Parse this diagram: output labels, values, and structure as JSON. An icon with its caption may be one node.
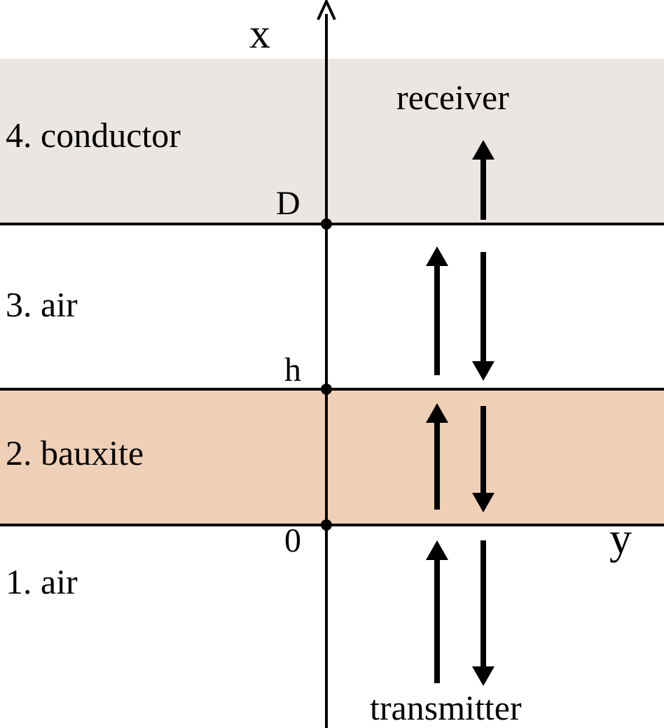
{
  "diagram": {
    "nodes": [
      {
        "text": [
          "4. conductor"
        ]
      },
      {
        "text": [
          "3. air"
        ]
      },
      {
        "text": [
          "2. bauxite"
        ]
      },
      {
        "text": [
          "1. air"
        ]
      }
    ],
    "labels": [
      "x",
      "receiver",
      "D",
      "h",
      "0",
      "y",
      "transmitter"
    ]
  }
}
